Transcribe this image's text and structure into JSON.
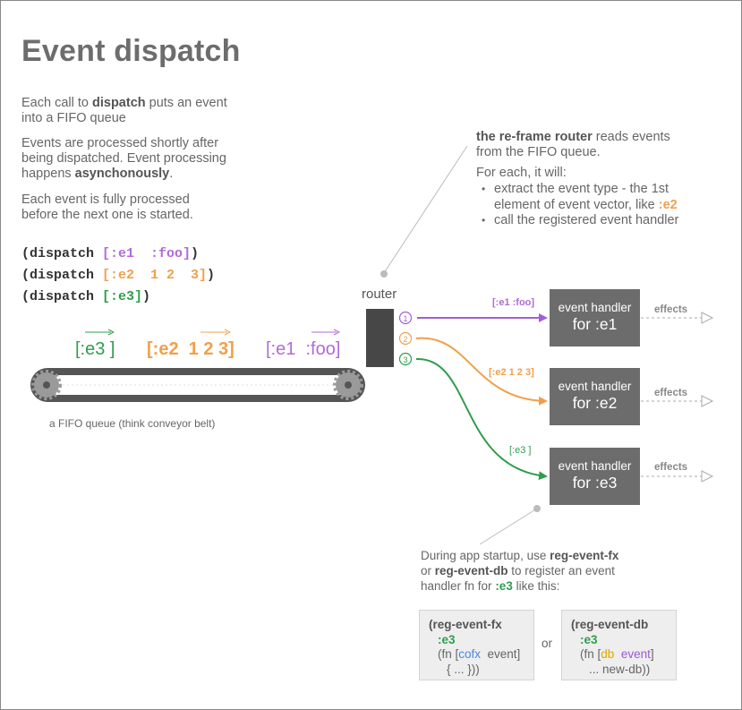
{
  "title": "Event dispatch",
  "intro": {
    "p1_pre": "Each call to ",
    "p1_bold": "dispatch",
    "p1_post": " puts an event",
    "p1_line2": "into a FIFO queue",
    "p2_line1": "Events  are processed shortly after",
    "p2_line2": "being dispatched.  Event processing",
    "p2_line3_pre": "happens  ",
    "p2_line3_bold": "asynchonously",
    "p2_line3_post": ".",
    "p3_line1": "Each event is fully processed",
    "p3_line2": "before the next one is started."
  },
  "code": {
    "line1_pre": "(dispatch ",
    "line1_vec": "[:e1  :foo]",
    "line1_post": ")",
    "line2_pre": "(dispatch ",
    "line2_vec": "[:e2  1 2  3]",
    "line2_post": ")",
    "line3_pre": "(dispatch ",
    "line3_vec": "[:e3]",
    "line3_post": ")"
  },
  "queue": {
    "event3": "[:e3 ]",
    "event2": "[:e2  1 2 3]",
    "event1": "[:e1  :foo]",
    "caption": "a FIFO queue (think conveyor belt)"
  },
  "router_note": {
    "bold": "the re-frame router",
    "line1_post": " reads events",
    "line2": "from the FIFO queue.",
    "line3": "For each, it will:",
    "bullet1_line1": "extract the event type - the 1st",
    "bullet1_line2_pre": "element of event vector, like ",
    "bullet1_line2_e2": ":e2",
    "bullet2": "call the registered event handler"
  },
  "router": {
    "label": "router",
    "step1": "1",
    "step2": "2",
    "step3": "3"
  },
  "arrows": {
    "label1": "[:e1 :foo]",
    "label2": "[:e2  1 2 3]",
    "label3": "[:e3 ]"
  },
  "handlers": [
    {
      "line1": "event handler",
      "line2": "for :e1",
      "effects": "effects"
    },
    {
      "line1": "event handler",
      "line2": "for :e2",
      "effects": "effects"
    },
    {
      "line1": "event handler",
      "line2": "for :e3",
      "effects": "effects"
    }
  ],
  "startup": {
    "line1_pre": "During app startup, use ",
    "line1_bold": "reg-event-fx",
    "line2_pre": "or ",
    "line2_bold": "reg-event-db",
    "line2_post": " to register an event",
    "line3_pre": "handler fn for ",
    "line3_e3": ":e3",
    "line3_post": " like this:"
  },
  "codebox_fx": {
    "kw": "(reg-event-fx",
    "id": ":e3",
    "fn_pre": "(fn [",
    "arg1": "cofx",
    "arg2": "  event]",
    "body": "{ ... }))"
  },
  "or": "or",
  "codebox_db": {
    "kw": "(reg-event-db",
    "id": ":e3",
    "fn_pre": "(fn [",
    "arg1": "db",
    "arg2": "event",
    "fn_post": "]",
    "body": "... new-db))"
  },
  "colors": {
    "e1": "#b06bd6",
    "e2": "#f0a04a",
    "e3": "#2e9e4c",
    "handler_bg": "#6c6c6c",
    "router_bg": "#474747"
  }
}
